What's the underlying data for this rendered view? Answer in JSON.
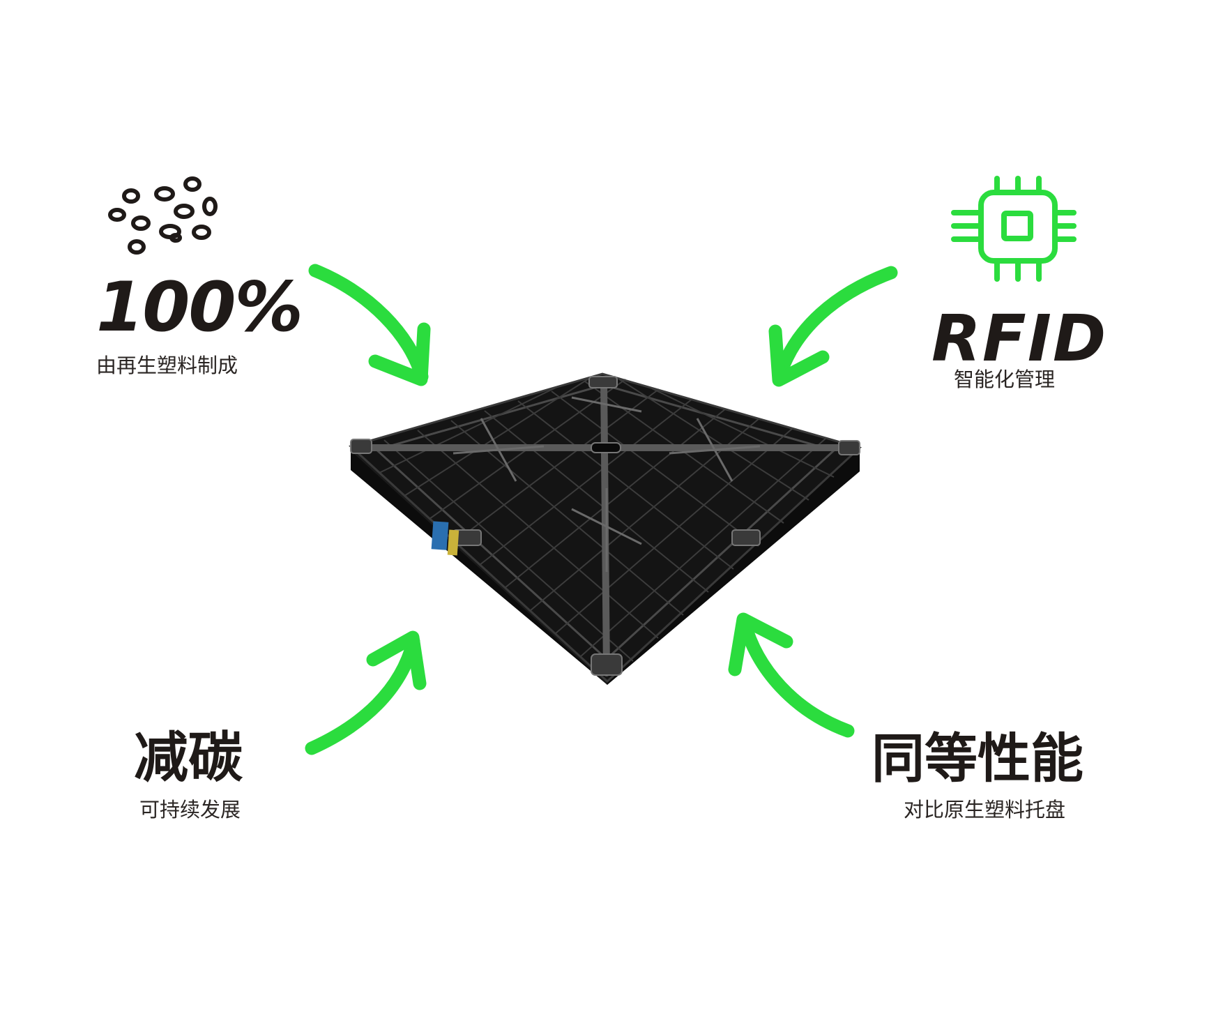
{
  "features": [
    {
      "title": "100%",
      "subtitle": "由再生塑料制成",
      "icon": "pellets-icon"
    },
    {
      "title": "RFID",
      "subtitle": "智能化管理",
      "icon": "chip-icon"
    },
    {
      "title": "减碳",
      "subtitle": "可持续发展"
    },
    {
      "title": "同等性能",
      "subtitle": "对比原生塑料托盘"
    }
  ],
  "product": "plastic-pallet",
  "colors": {
    "accent_green": "#2bdc3e",
    "text_dark": "#1f1a18",
    "background": "#ffffff",
    "pallet": "#141414"
  }
}
